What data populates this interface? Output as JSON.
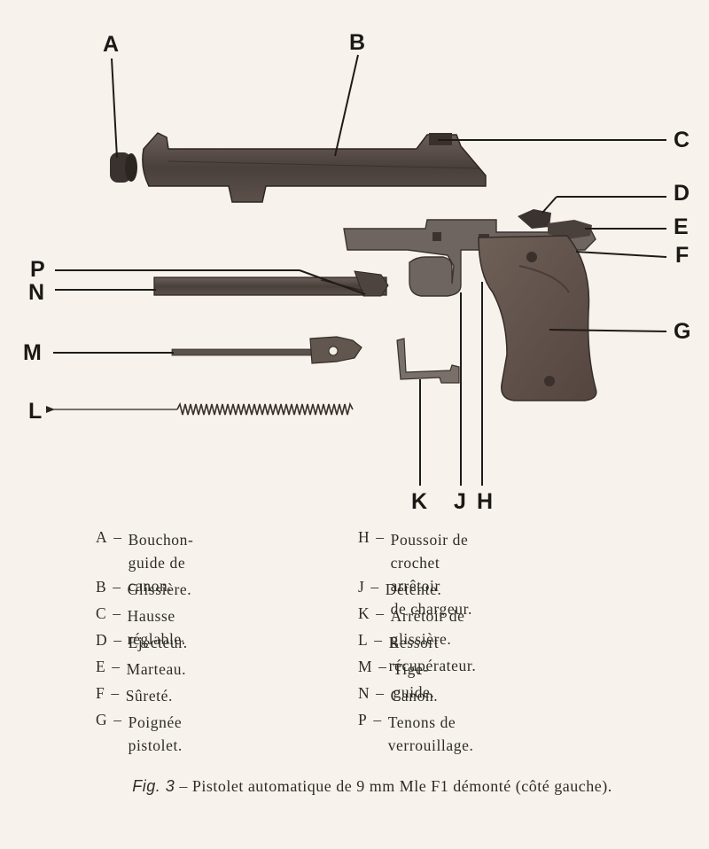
{
  "diagram": {
    "callouts": [
      "A",
      "B",
      "C",
      "D",
      "E",
      "F",
      "G",
      "H",
      "J",
      "K",
      "L",
      "M",
      "N",
      "P"
    ]
  },
  "legend": {
    "left": [
      {
        "key": "A",
        "text": "Bouchon-guide de\ncanon."
      },
      {
        "key": "B",
        "text": "Glissière."
      },
      {
        "key": "C",
        "text": "Hausse réglable."
      },
      {
        "key": "D",
        "text": "Ejecteur."
      },
      {
        "key": "E",
        "text": "Marteau."
      },
      {
        "key": "F",
        "text": "Sûreté."
      },
      {
        "key": "G",
        "text": "Poignée pistolet."
      }
    ],
    "right": [
      {
        "key": "H",
        "text": "Poussoir de crochet arrêtoir\nde chargeur."
      },
      {
        "key": "J",
        "text": "Détente."
      },
      {
        "key": "K",
        "text": "Arrêtoir de glissière."
      },
      {
        "key": "L",
        "text": "Ressort récupérateur."
      },
      {
        "key": "M",
        "text": "Tige-guide."
      },
      {
        "key": "N",
        "text": "Canon."
      },
      {
        "key": "P",
        "text": "Tenons de verrouillage."
      }
    ]
  },
  "caption": {
    "label": "Fig. 3",
    "dash": " – ",
    "text": "Pistolet automatique de 9 mm Mle F1 démonté (côté gauche)."
  }
}
